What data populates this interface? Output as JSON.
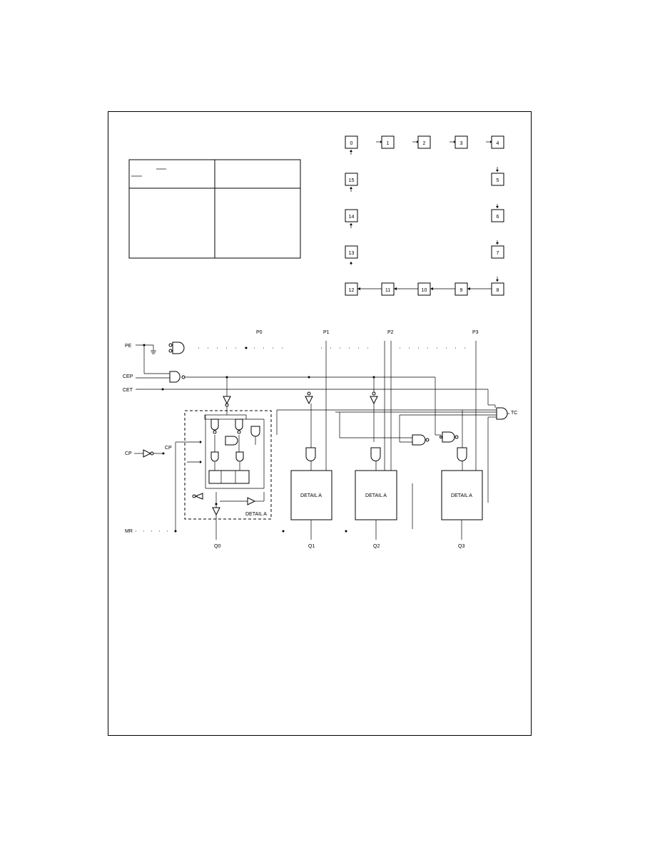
{
  "truth_table": {
    "header_left": "",
    "header_right": "",
    "rows_left": [],
    "rows_right": []
  },
  "state_diagram": {
    "states": [
      "0",
      "1",
      "2",
      "3",
      "4",
      "5",
      "6",
      "7",
      "8",
      "9",
      "10",
      "11",
      "12",
      "13",
      "14",
      "15"
    ]
  },
  "logic_diagram": {
    "inputs": {
      "pe": "PE",
      "cep": "CEP",
      "cet": "CET",
      "cp": "CP",
      "mr": "MR"
    },
    "parallel_inputs": [
      "P0",
      "P1",
      "P2",
      "P3"
    ],
    "outputs": [
      "Q0",
      "Q1",
      "Q2",
      "Q3"
    ],
    "terminal_count": "TC",
    "detail_label": "DETAIL A",
    "detail_block_label": "DETAIL A",
    "cp_internal": "CP"
  }
}
